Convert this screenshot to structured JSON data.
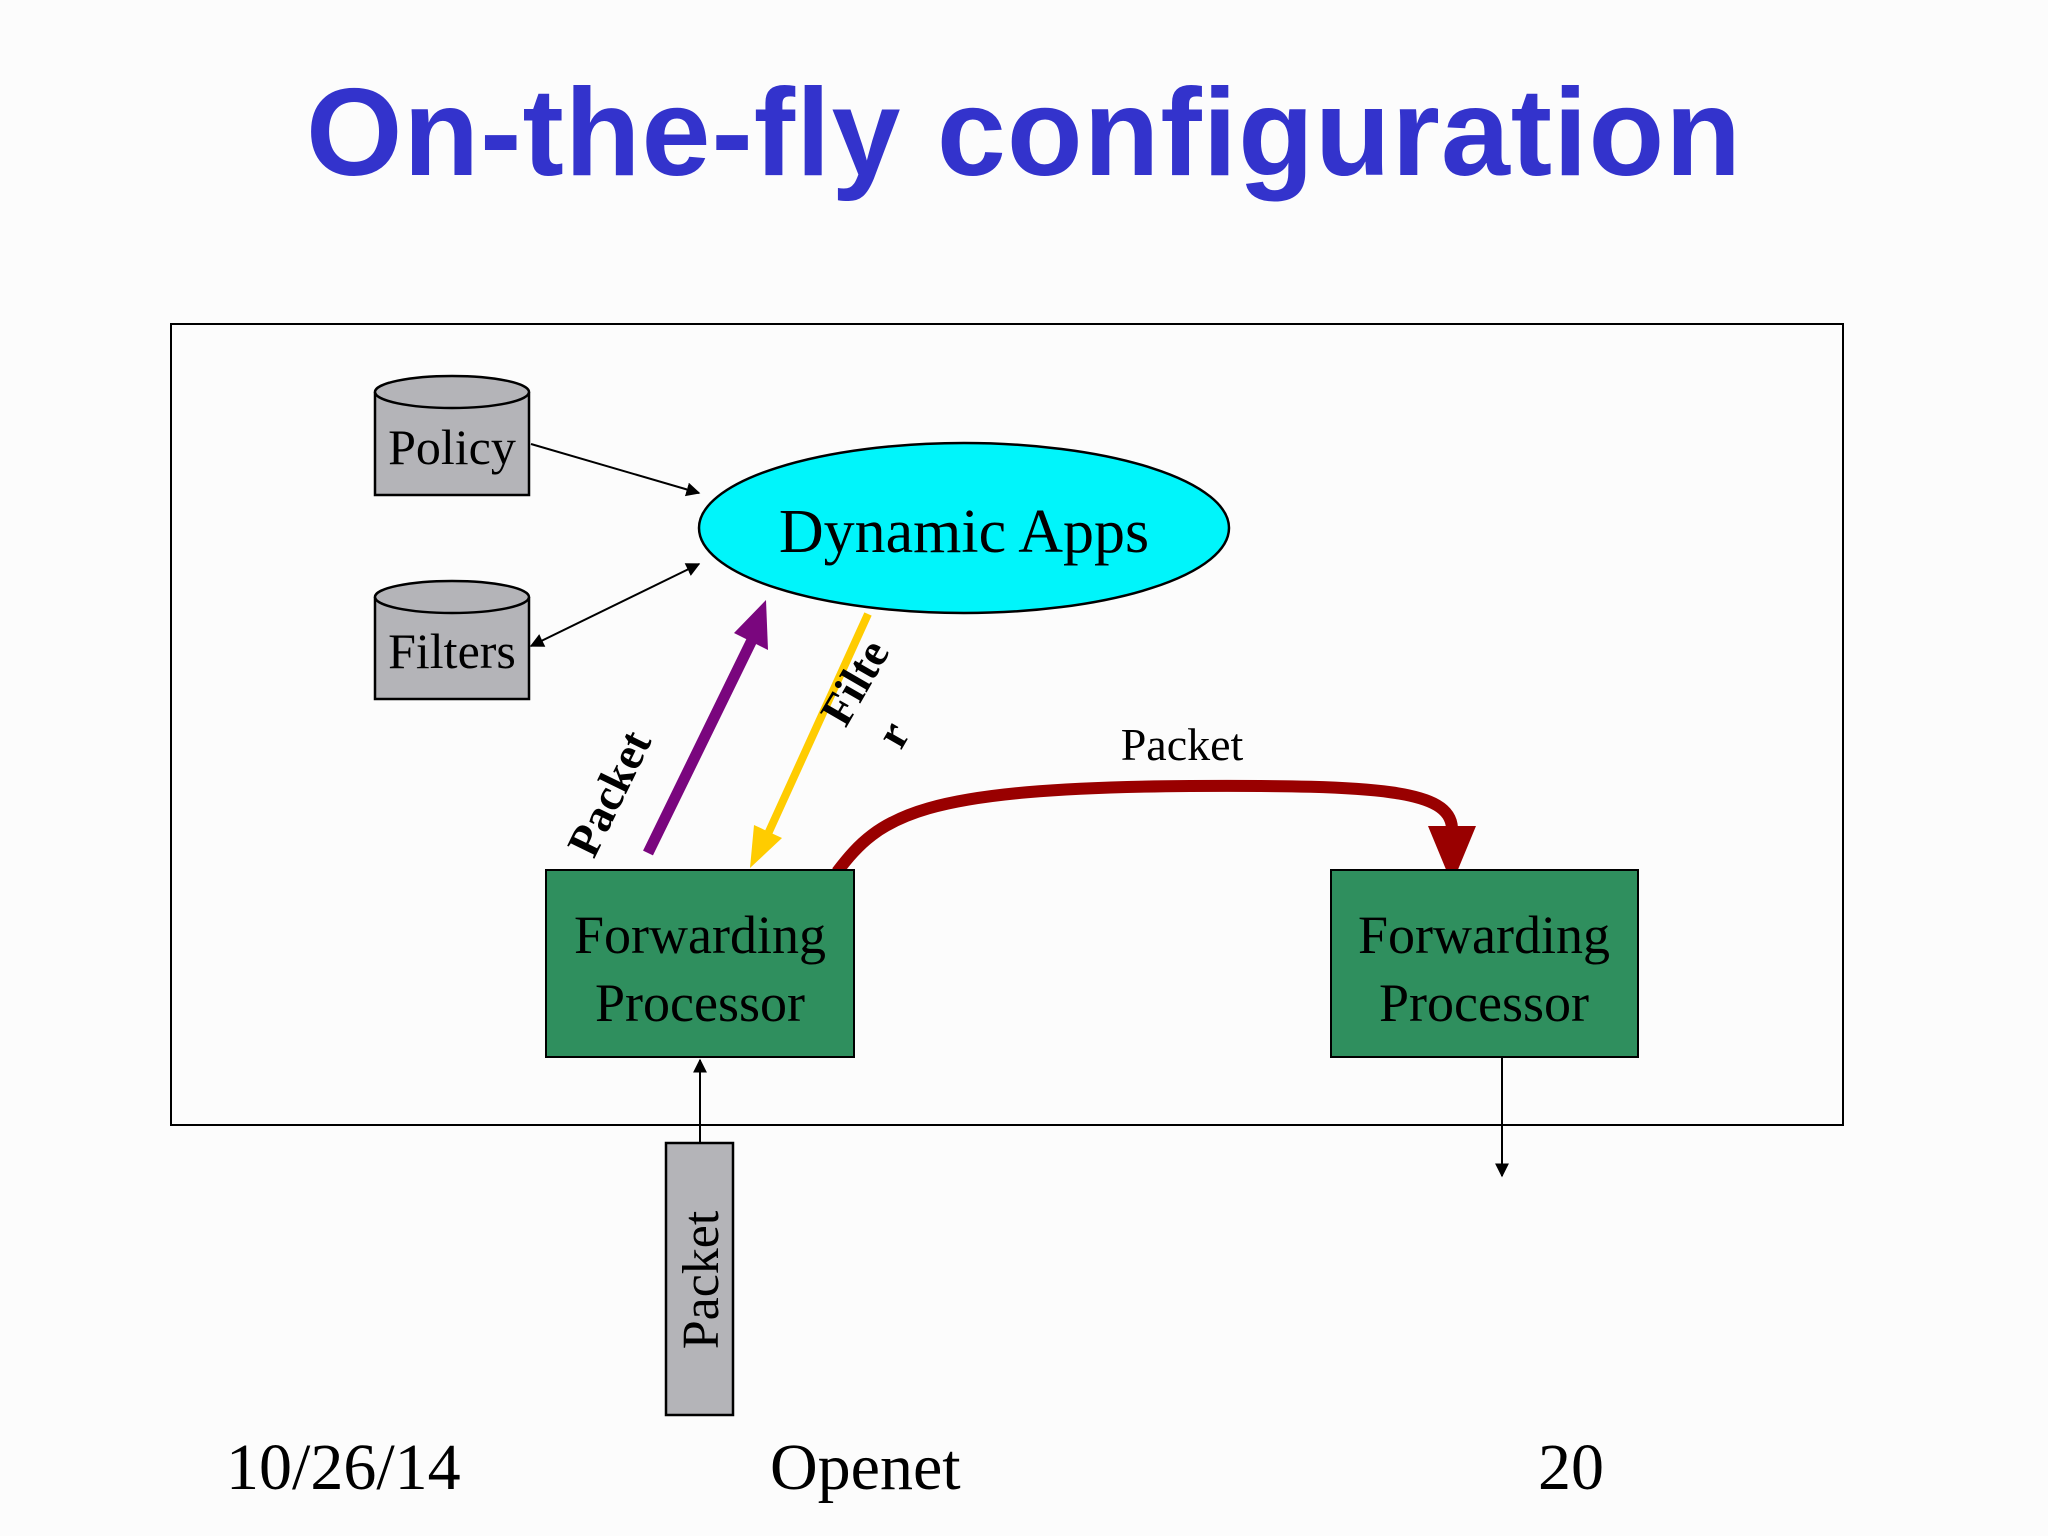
{
  "slide": {
    "title": "On-the-fly configuration",
    "title_color": "#3333cc"
  },
  "diagram": {
    "policy_label": "Policy",
    "filters_label": "Filters",
    "dynamic_apps_label": "Dynamic Apps",
    "packet_up_label": "Packet",
    "filter_down_label_line1": "Filte",
    "filter_down_label_line2": "r",
    "packet_forward_label": "Packet",
    "fp_left_line1": "Forwarding",
    "fp_left_line2": "Processor",
    "fp_right_line1": "Forwarding",
    "fp_right_line2": "Processor",
    "incoming_packet_label": "Packet",
    "colors": {
      "dynamic_apps_fill": "#00f5fb",
      "cylinder_fill": "#b4b4b8",
      "processor_fill": "#2f8f5e",
      "packet_up_arrow": "#7a067e",
      "filter_arrow": "#ffcc00",
      "forward_arrow": "#990000"
    }
  },
  "footer": {
    "date": "10/26/14",
    "center": "Openet",
    "page": "20"
  }
}
